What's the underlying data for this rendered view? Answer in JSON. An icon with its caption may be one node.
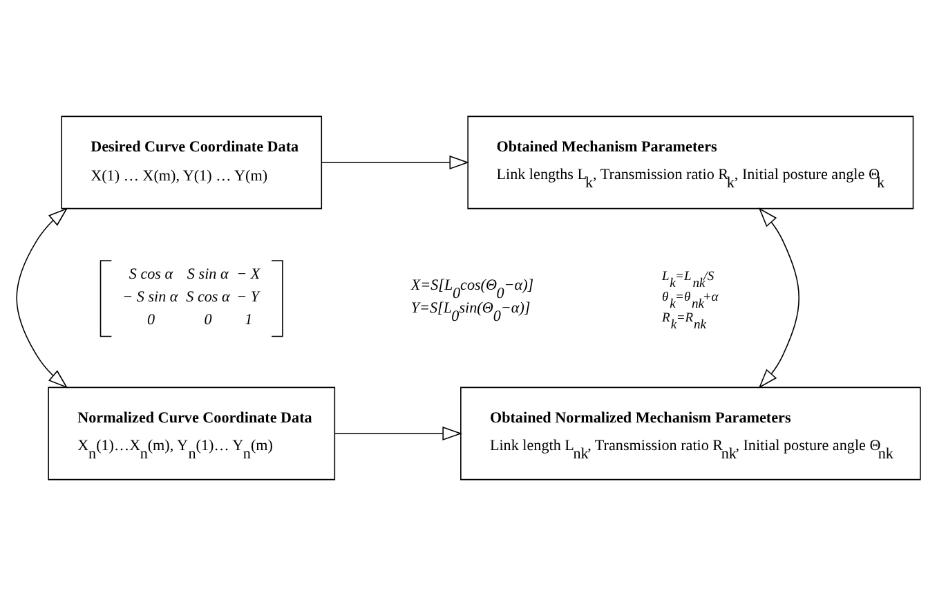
{
  "diagram": {
    "nodes": [
      {
        "text": [
          "Desired Curve Coordinate Data",
          "X(1) … X(m), Y(1) … Y(m)"
        ]
      },
      {
        "text": [
          "Obtained Mechanism Parameters",
          "Link lengths L$_{k}$, Transmission ratio R$_{k}$, Initial posture angle Θ$_{k}$"
        ]
      },
      {
        "text": [
          "Normalized Curve Coordinate Data",
          "X$_{n}$(1)…X$_{n}$(m), Y$_{n}$(1)… Y$_{n}$(m)"
        ]
      },
      {
        "text": [
          "Obtained Normalized Mechanism Parameters",
          "Link length L$_{nk}$, Transmission ratio R$_{nk}$, Initial posture angle Θ$_{nk}$"
        ]
      }
    ],
    "edges": [
      {
        "from": 0,
        "to": 1,
        "arrow": "to"
      },
      {
        "from": 0,
        "to": 2,
        "arrow": "both"
      },
      {
        "from": 2,
        "to": 3,
        "arrow": "to"
      },
      {
        "from": 1,
        "to": 3,
        "arrow": "both"
      }
    ],
    "labels": [
      "S cos α",
      "S sin α",
      "− X",
      "− S sin α",
      "S cos α",
      "− Y",
      "0",
      "0",
      "1",
      "X=S[L$_{0}$cos(Θ$_{0}$−α)]",
      "Y=S[L$_{0}$sin(Θ$_{0}$−α)]",
      "L$_{k}$=L$_{nk}$/S",
      "θ$_{k}$=θ$_{nk}$+α",
      "R$_{k}$=R$_{nk}$"
    ]
  }
}
